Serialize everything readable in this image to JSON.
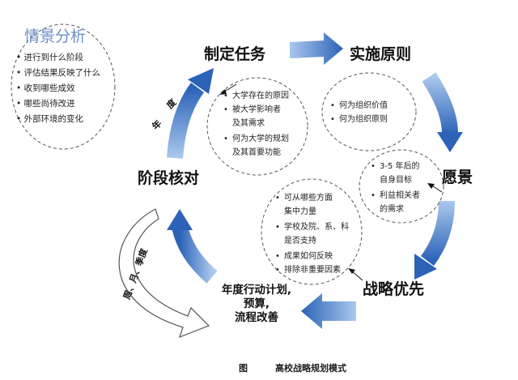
{
  "context": {
    "title": "情景分析",
    "items": [
      "进行到什么阶段",
      "评估结果反映了什么",
      "收到哪些成效",
      "哪些尚待改进",
      "外部环境的变化"
    ]
  },
  "stages": {
    "task": "制定任务",
    "principle": "实施原则",
    "vision": "愿景",
    "priority": "战略优先",
    "plan": [
      "年度行动计划,",
      "预算,",
      "流程改善"
    ],
    "checkpoint": "阶段核对"
  },
  "bubbles": {
    "task": [
      "大学存在的原因",
      "被大学影响者",
      "及其需求",
      "何为大学的规划",
      "及其首要功能"
    ],
    "principle": [
      "何为组织价值",
      "何为组织原则"
    ],
    "vision": [
      "3-5 年后的",
      "自身目标",
      "利益相关者",
      "的需求"
    ],
    "priority": [
      "可从哪些方面",
      "集中力量",
      "学校及院、系、科",
      "是否支持",
      "成果如何反映",
      "排除非重要因素"
    ]
  },
  "cycle_labels": {
    "annual": [
      "年",
      "度"
    ],
    "periodic": "周、月、季度"
  },
  "caption": {
    "label": "图",
    "title": "高校战略规划模式"
  },
  "colors": {
    "arrow_light": "#a9c8ec",
    "arrow_dark": "#2c63b8",
    "accent_title": "#6b8fc7",
    "dashed": "#555555"
  }
}
